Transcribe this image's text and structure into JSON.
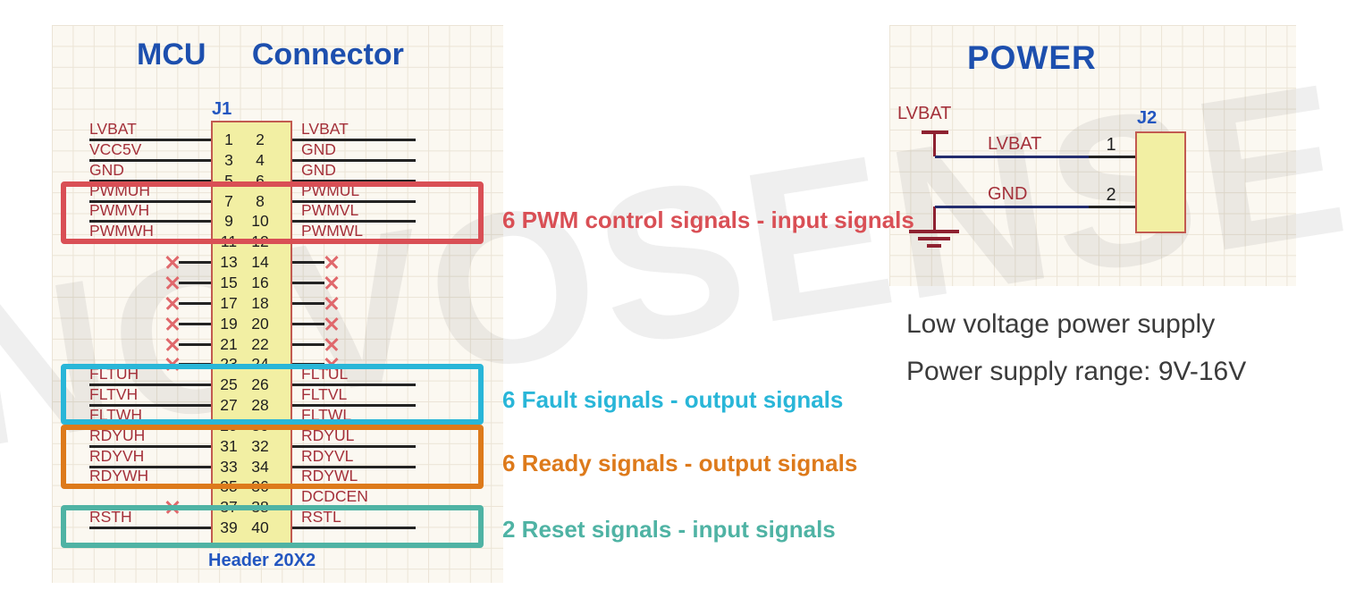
{
  "watermark": "NOVOSENSE",
  "mcu": {
    "title": "MCU Connector",
    "designator": "J1",
    "footprint": "Header 20X2",
    "rows": [
      {
        "pins": [
          "1",
          "2"
        ],
        "left": {
          "type": "net",
          "label": "LVBAT"
        },
        "right": {
          "type": "net",
          "label": "LVBAT"
        }
      },
      {
        "pins": [
          "3",
          "4"
        ],
        "left": {
          "type": "net",
          "label": "VCC5V"
        },
        "right": {
          "type": "net",
          "label": "GND"
        }
      },
      {
        "pins": [
          "5",
          "6"
        ],
        "left": {
          "type": "net",
          "label": "GND"
        },
        "right": {
          "type": "net",
          "label": "GND"
        }
      },
      {
        "pins": [
          "7",
          "8"
        ],
        "left": {
          "type": "net",
          "label": "PWMUH"
        },
        "right": {
          "type": "net",
          "label": "PWMUL"
        }
      },
      {
        "pins": [
          "9",
          "10"
        ],
        "left": {
          "type": "net",
          "label": "PWMVH"
        },
        "right": {
          "type": "net",
          "label": "PWMVL"
        }
      },
      {
        "pins": [
          "11",
          "12"
        ],
        "left": {
          "type": "net",
          "label": "PWMWH"
        },
        "right": {
          "type": "net",
          "label": "PWMWL"
        }
      },
      {
        "pins": [
          "13",
          "14"
        ],
        "left": {
          "type": "nc"
        },
        "right": {
          "type": "nc"
        }
      },
      {
        "pins": [
          "15",
          "16"
        ],
        "left": {
          "type": "nc"
        },
        "right": {
          "type": "nc"
        }
      },
      {
        "pins": [
          "17",
          "18"
        ],
        "left": {
          "type": "nc"
        },
        "right": {
          "type": "nc"
        }
      },
      {
        "pins": [
          "19",
          "20"
        ],
        "left": {
          "type": "nc"
        },
        "right": {
          "type": "nc"
        }
      },
      {
        "pins": [
          "21",
          "22"
        ],
        "left": {
          "type": "nc"
        },
        "right": {
          "type": "nc"
        }
      },
      {
        "pins": [
          "23",
          "24"
        ],
        "left": {
          "type": "nc"
        },
        "right": {
          "type": "nc"
        }
      },
      {
        "pins": [
          "25",
          "26"
        ],
        "left": {
          "type": "net",
          "label": "FLTUH"
        },
        "right": {
          "type": "net",
          "label": "FLTUL"
        }
      },
      {
        "pins": [
          "27",
          "28"
        ],
        "left": {
          "type": "net",
          "label": "FLTVH"
        },
        "right": {
          "type": "net",
          "label": "FLTVL"
        }
      },
      {
        "pins": [
          "29",
          "30"
        ],
        "left": {
          "type": "net",
          "label": "FLTWH"
        },
        "right": {
          "type": "net",
          "label": "FLTWL"
        }
      },
      {
        "pins": [
          "31",
          "32"
        ],
        "left": {
          "type": "net",
          "label": "RDYUH"
        },
        "right": {
          "type": "net",
          "label": "RDYUL"
        }
      },
      {
        "pins": [
          "33",
          "34"
        ],
        "left": {
          "type": "net",
          "label": "RDYVH"
        },
        "right": {
          "type": "net",
          "label": "RDYVL"
        }
      },
      {
        "pins": [
          "35",
          "36"
        ],
        "left": {
          "type": "net",
          "label": "RDYWH"
        },
        "right": {
          "type": "net",
          "label": "RDYWL"
        }
      },
      {
        "pins": [
          "37",
          "38"
        ],
        "left": {
          "type": "nc"
        },
        "right": {
          "type": "net",
          "label": "DCDCEN"
        }
      },
      {
        "pins": [
          "39",
          "40"
        ],
        "left": {
          "type": "net",
          "label": "RSTH"
        },
        "right": {
          "type": "net",
          "label": "RSTL"
        }
      }
    ],
    "groups": [
      {
        "name": "pwm",
        "label": "6 PWM control signals - input signals",
        "color": "#d94f55"
      },
      {
        "name": "fault",
        "label": "6 Fault signals - output signals",
        "color": "#29b6d8"
      },
      {
        "name": "ready",
        "label": "6 Ready signals - output signals",
        "color": "#dd7a1b"
      },
      {
        "name": "reset",
        "label": "2 Reset signals - input signals",
        "color": "#4fb3a4"
      }
    ]
  },
  "power": {
    "title": "POWER",
    "designator": "J2",
    "supply_net": "LVBAT",
    "pins": [
      {
        "num": "1",
        "label": "LVBAT"
      },
      {
        "num": "2",
        "label": "GND"
      }
    ],
    "notes": [
      "Low voltage power supply",
      "Power supply range: 9V-16V"
    ]
  },
  "colors": {
    "title_blue": "#1d4fae",
    "designator_blue": "#2356c0",
    "net_red": "#a4303a",
    "symbol_dark_red": "#8e2130",
    "wire_black": "#232323",
    "wire_navy": "#232d6e",
    "connector_fill": "#f2efa3",
    "connector_border": "#c25a50"
  }
}
